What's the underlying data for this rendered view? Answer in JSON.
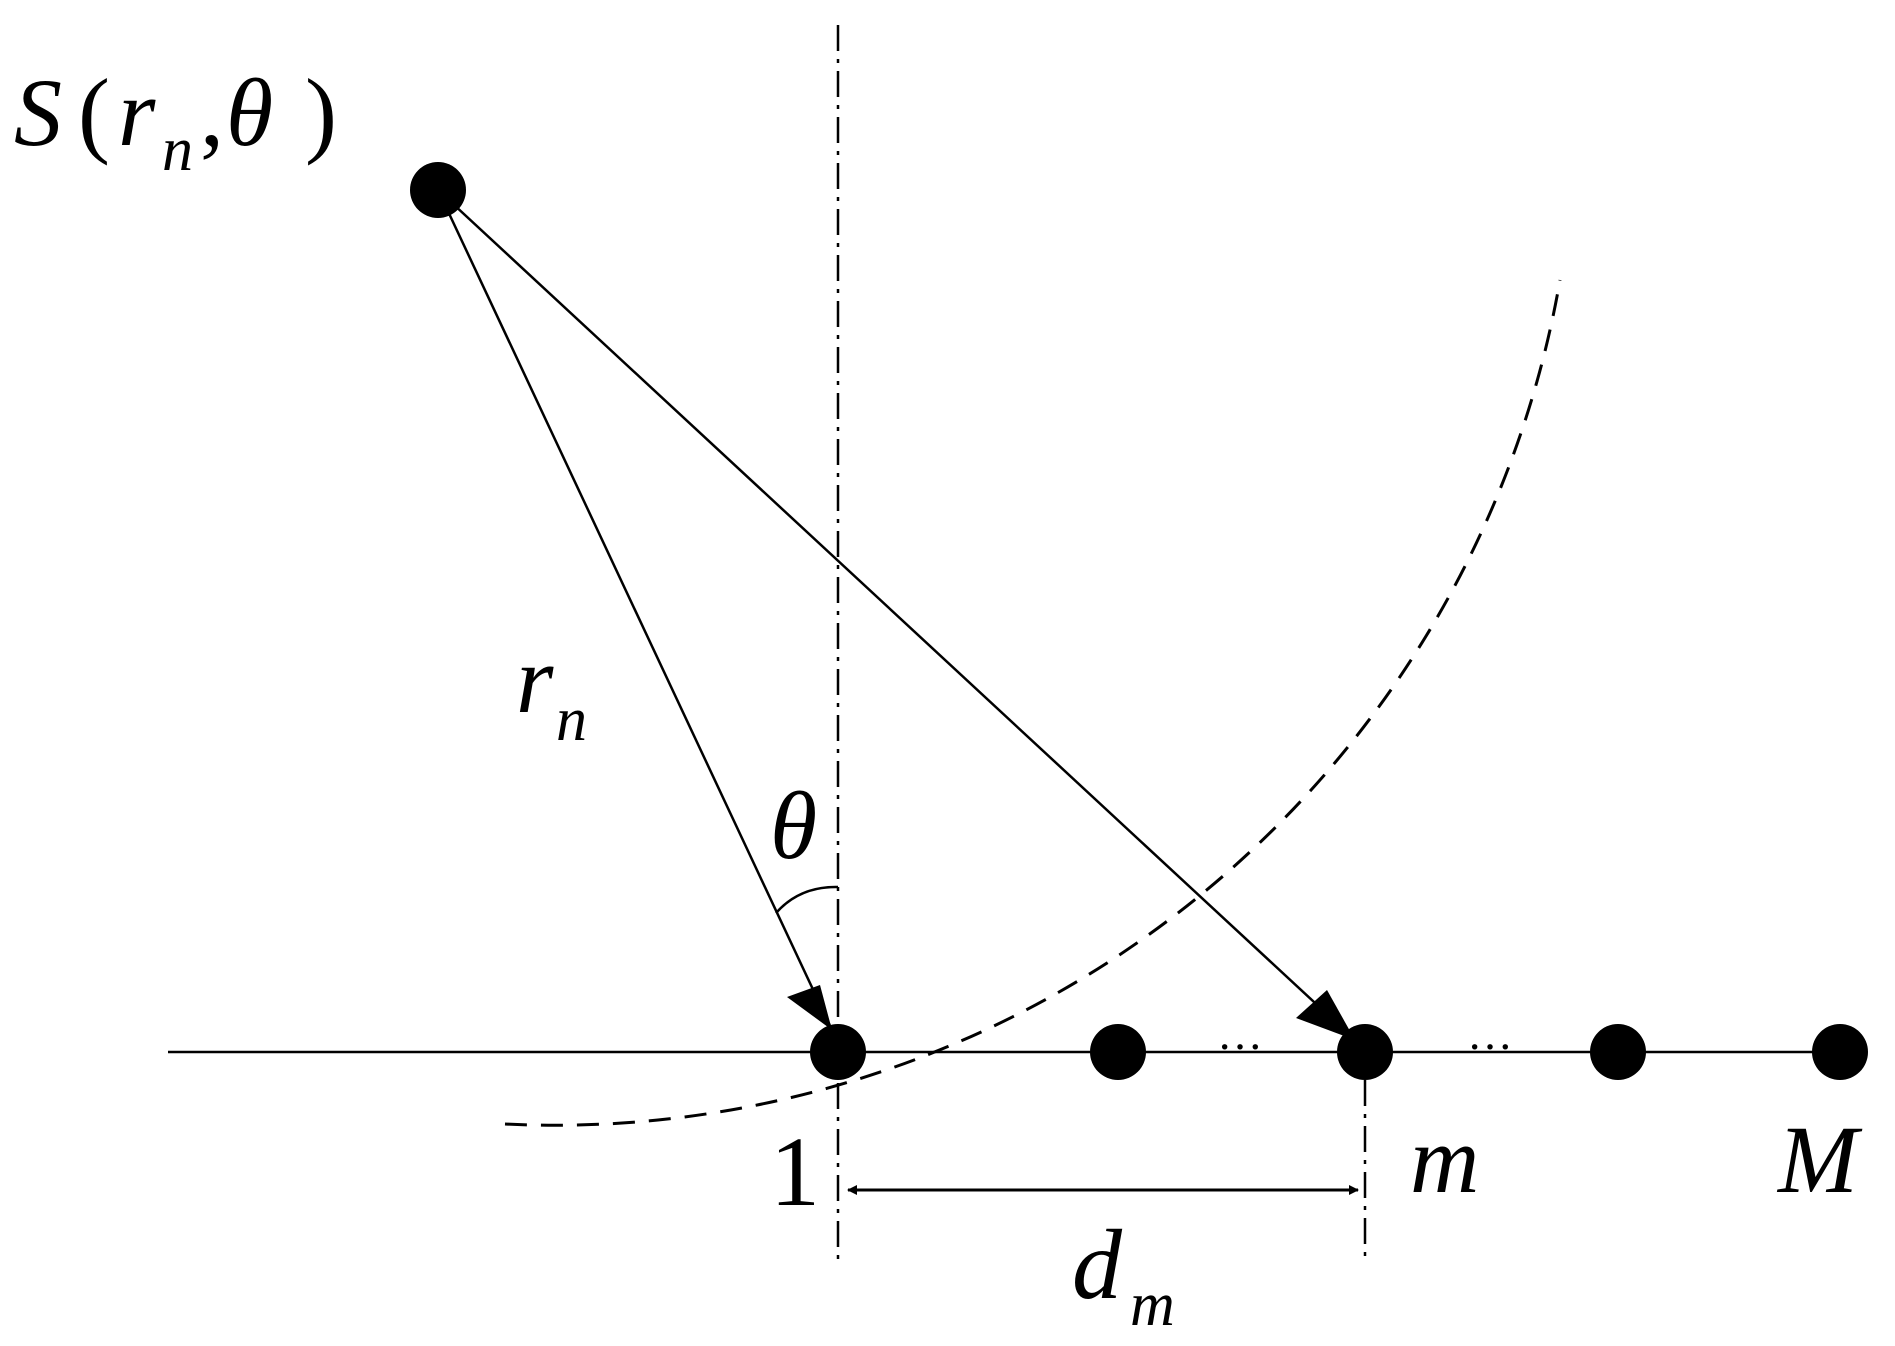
{
  "source_label": {
    "S": "S",
    "open": "(",
    "r": "r",
    "r_sub": "n",
    "comma": ",",
    "theta": "θ",
    "close": ")"
  },
  "distance_label": {
    "r": "r",
    "sub": "n"
  },
  "angle_label": "θ",
  "spacing_label": {
    "d": "d",
    "sub": "m"
  },
  "element_labels": {
    "first": "1",
    "mid": "m",
    "last": "M"
  },
  "ellipsis": "···",
  "colors": {
    "ink": "#000000",
    "background": "#ffffff"
  }
}
